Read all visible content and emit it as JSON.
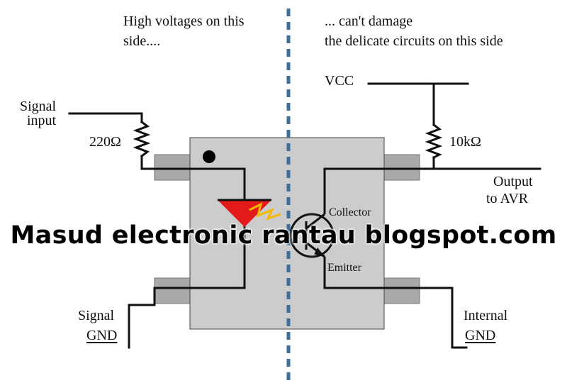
{
  "labels": {
    "high_side_line1": "High voltages on this",
    "high_side_line2": "side....",
    "low_side_line1": "... can't damage",
    "low_side_line2": "the delicate circuits on this side",
    "vcc": "VCC",
    "signal_input_line1": "Signal",
    "signal_input_line2": "input",
    "resistor_220": "220Ω",
    "resistor_10k": "10kΩ",
    "output_line1": "Output",
    "output_line2": "to AVR",
    "collector": "Collector",
    "emitter": "Emitter",
    "signal_gnd_line1": "Signal",
    "signal_gnd_line2": "GND",
    "internal_gnd_line1": "Internal",
    "internal_gnd_line2": "GND"
  },
  "watermark": "Masud electronic rantau blogspot.com",
  "colors": {
    "package_body": "#cccccc",
    "pins": "#a9a9a9",
    "wire": "#111111",
    "led": "#e21a1a",
    "light_emission": "#f5b800",
    "isolation_line": "#3e6e9a"
  }
}
